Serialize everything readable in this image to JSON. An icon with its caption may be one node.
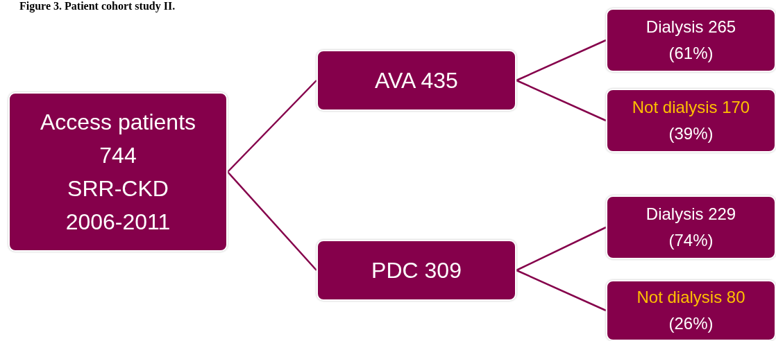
{
  "diagram": {
    "title": "Figure 3. Patient cohort study II.",
    "nodes": [
      {
        "text": [
          "Access patients",
          "744",
          "SRR-CKD",
          "2006-2011"
        ]
      },
      {
        "text": [
          "AVA 435"
        ]
      },
      {
        "text": [
          "PDC 309"
        ]
      },
      {
        "text": [
          "Dialysis 265",
          "(61%)"
        ]
      },
      {
        "text": [
          "Not dialysis 170",
          "(39%)"
        ]
      },
      {
        "text": [
          "Dialysis 229",
          "(74%)"
        ]
      },
      {
        "text": [
          "Not dialysis 80",
          "(26%)"
        ]
      }
    ],
    "edges": [
      {
        "from": 0,
        "to": 1,
        "arrow": "none"
      },
      {
        "from": 0,
        "to": 2,
        "arrow": "none"
      },
      {
        "from": 1,
        "to": 3,
        "arrow": "none"
      },
      {
        "from": 1,
        "to": 4,
        "arrow": "none"
      },
      {
        "from": 2,
        "to": 5,
        "arrow": "none"
      },
      {
        "from": 2,
        "to": 6,
        "arrow": "none"
      }
    ]
  }
}
